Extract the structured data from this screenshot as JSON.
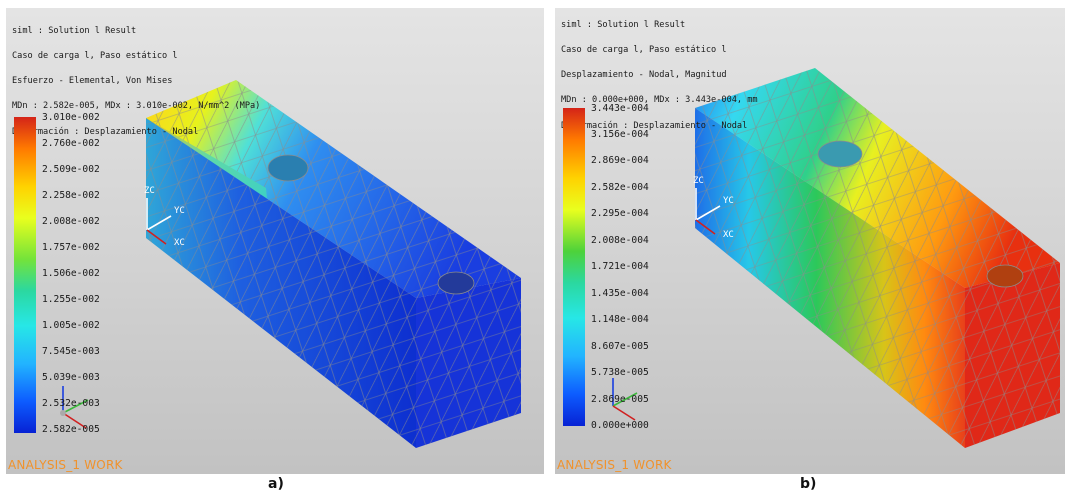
{
  "panels": [
    {
      "caption": "a)",
      "header": [
        "siml : Solution l Result",
        "Caso de carga l, Paso estático l",
        "Esfuerzo - Elemental, Von Mises",
        "MDn : 2.582e-005, MDx : 3.010e-002, N/mm^2 (MPa)",
        "Deformación : Desplazamiento - Nodal"
      ],
      "legend_ticks": [
        "3.010e-002",
        "2.760e-002",
        "2.509e-002",
        "2.258e-002",
        "2.008e-002",
        "1.757e-002",
        "1.506e-002",
        "1.255e-002",
        "1.005e-002",
        "7.545e-003",
        "5.039e-003",
        "2.532e-003",
        "2.582e-005"
      ],
      "axis_labels": {
        "zc": "ZC",
        "yc": "YC",
        "xc": "XC"
      },
      "footer": "ANALYSIS_1 WORK"
    },
    {
      "caption": "b)",
      "header": [
        "siml : Solution l Result",
        "Caso de carga l, Paso estático l",
        "Desplazamiento - Nodal, Magnitud",
        "MDn : 0.000e+000, MDx : 3.443e-004, mm",
        "Deformación : Desplazamiento - Nodal"
      ],
      "legend_ticks": [
        "3.443e-004",
        "3.156e-004",
        "2.869e-004",
        "2.582e-004",
        "2.295e-004",
        "2.008e-004",
        "1.721e-004",
        "1.435e-004",
        "1.148e-004",
        "8.607e-005",
        "5.738e-005",
        "2.869e-005",
        "0.000e+000"
      ],
      "axis_labels": {
        "zc": "ZC",
        "yc": "YC",
        "xc": "XC"
      },
      "footer": "ANALYSIS_1 WORK"
    }
  ],
  "colors": {
    "footer": "#f0922c",
    "mesh_lines": "#8c8c8c"
  }
}
